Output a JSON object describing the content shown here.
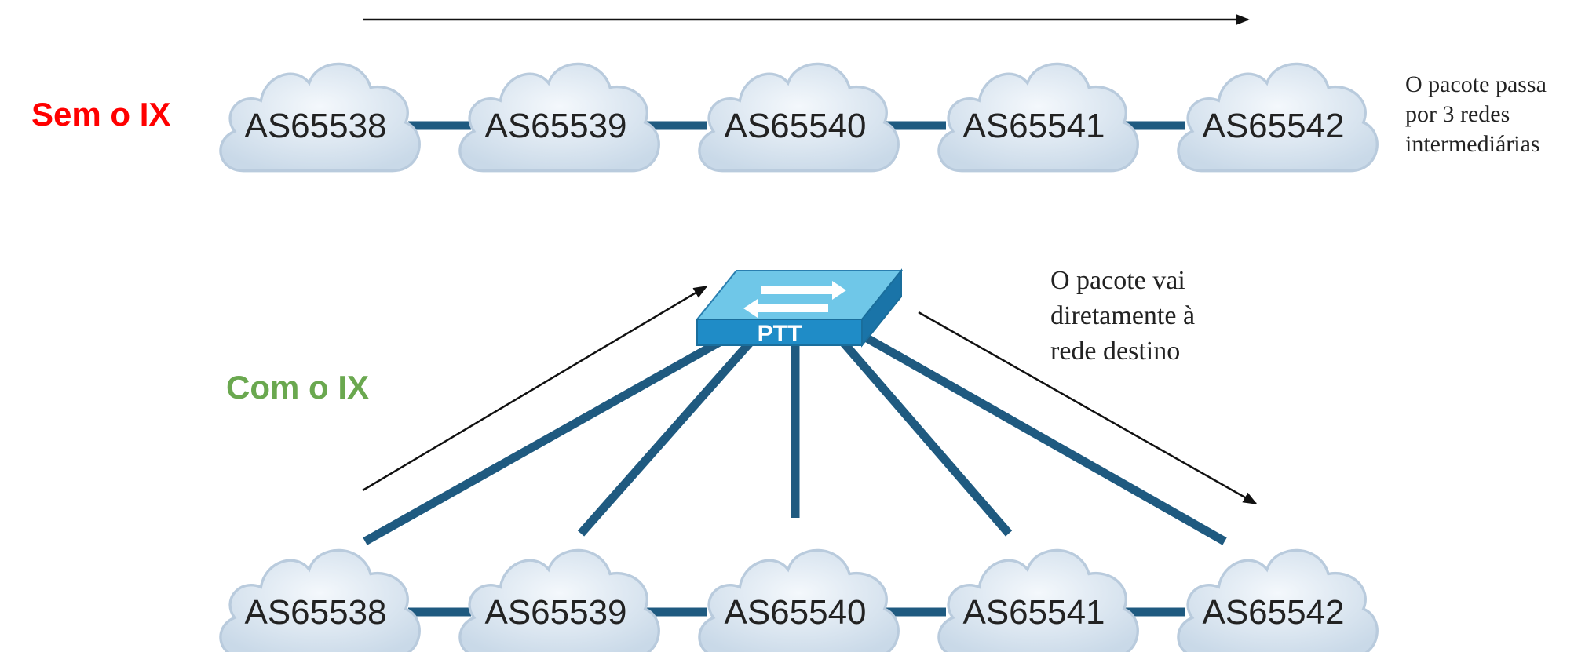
{
  "colors": {
    "link": "#1f5a80",
    "cloud_fill": "#dde8f2",
    "cloud_stroke": "#b8cadc",
    "arrow": "#111111",
    "sem_label": "#ff0000",
    "com_label": "#6aa84f",
    "switch_top": "#6fc7e8",
    "switch_front": "#1f8cc7"
  },
  "top": {
    "label": "Sem o IX",
    "clouds": [
      {
        "name": "AS65538"
      },
      {
        "name": "AS65539"
      },
      {
        "name": "AS65540"
      },
      {
        "name": "AS65541"
      },
      {
        "name": "AS65542"
      }
    ],
    "note_lines": [
      "O pacote passa",
      "por 3 redes",
      "intermediárias"
    ]
  },
  "bottom": {
    "label": "Com o IX",
    "switch_label": "PTT",
    "clouds": [
      {
        "name": "AS65538"
      },
      {
        "name": "AS65539"
      },
      {
        "name": "AS65540"
      },
      {
        "name": "AS65541"
      },
      {
        "name": "AS65542"
      }
    ],
    "note_lines": [
      "O pacote vai",
      "diretamente à",
      "rede destino"
    ]
  }
}
